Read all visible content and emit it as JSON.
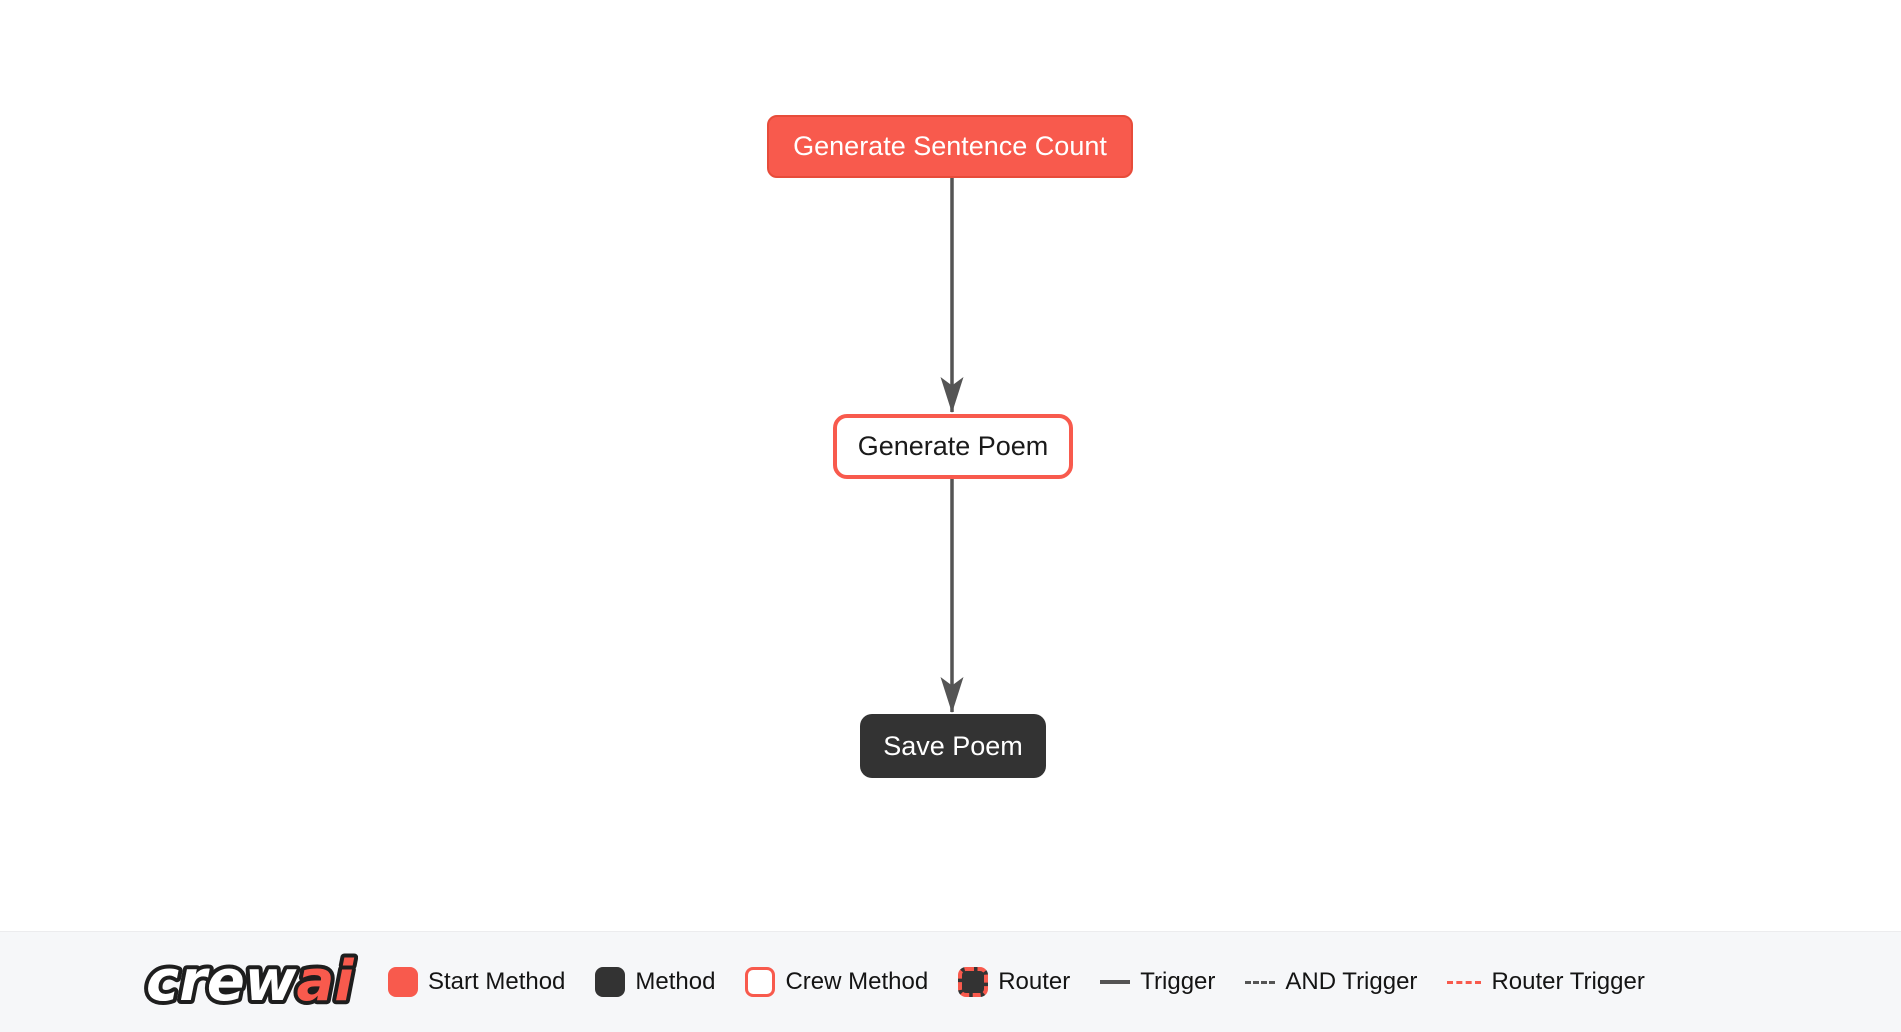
{
  "colors": {
    "accent_red": "#f85a4d",
    "accent_red_border": "#e74c3a",
    "dark": "#333333",
    "arrow": "#545454",
    "bar_bg": "#f6f7f9",
    "text": "#141414"
  },
  "diagram": {
    "nodes": [
      {
        "label": "Generate Sentence Count",
        "type": "start-method"
      },
      {
        "label": "Generate Poem",
        "type": "crew-method"
      },
      {
        "label": "Save Poem",
        "type": "method"
      }
    ],
    "edges": [
      {
        "from": "Generate Sentence Count",
        "to": "Generate Poem",
        "type": "trigger"
      },
      {
        "from": "Generate Poem",
        "to": "Save Poem",
        "type": "trigger"
      }
    ]
  },
  "legend": {
    "logo": {
      "text_white": "crew",
      "text_red": "ai"
    },
    "items": [
      {
        "label": "Start Method",
        "swatch": "start"
      },
      {
        "label": "Method",
        "swatch": "method"
      },
      {
        "label": "Crew Method",
        "swatch": "crew"
      },
      {
        "label": "Router",
        "swatch": "router"
      },
      {
        "label": "Trigger",
        "swatch": "line-solid"
      },
      {
        "label": "AND Trigger",
        "swatch": "line-dashed"
      },
      {
        "label": "Router Trigger",
        "swatch": "line-dashed-red"
      }
    ]
  }
}
